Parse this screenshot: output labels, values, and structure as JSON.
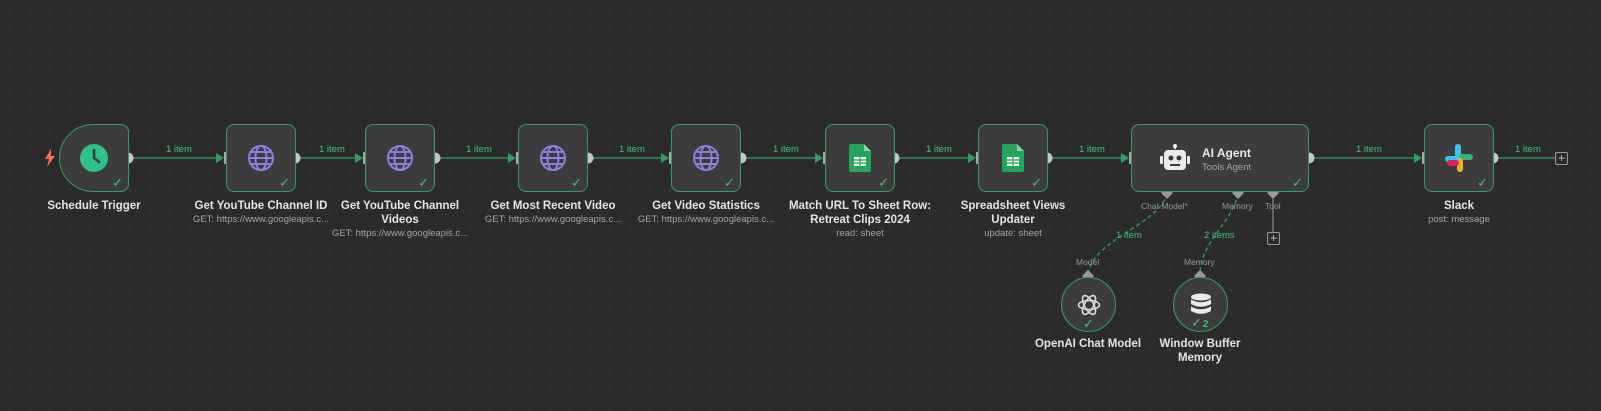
{
  "workflow": {
    "nodes": {
      "schedule": {
        "title": "Schedule Trigger"
      },
      "channel_id": {
        "title": "Get YouTube Channel ID",
        "subtitle": "GET: https://www.googleapis.c..."
      },
      "channel_videos": {
        "title": "Get YouTube Channel\nVideos",
        "subtitle": "GET: https://www.googleapis.c..."
      },
      "recent_video": {
        "title": "Get Most Recent Video",
        "subtitle": "GET: https://www.googleapis.c..."
      },
      "video_stats": {
        "title": "Get Video Statistics",
        "subtitle": "GET: https://www.googleapis.c..."
      },
      "match_url": {
        "title": "Match URL To Sheet Row:\nRetreat Clips 2024",
        "subtitle": "read: sheet"
      },
      "views_updater": {
        "title": "Spreadsheet Views\nUpdater",
        "subtitle": "update: sheet"
      },
      "ai_agent": {
        "title": "AI Agent",
        "subtitle": "Tools Agent",
        "ports": {
          "chat_model": "Chat Model",
          "memory": "Memory",
          "tool": "Tool"
        }
      },
      "slack": {
        "title": "Slack",
        "subtitle": "post: message"
      },
      "openai": {
        "title": "OpenAI Chat Model",
        "port_label": "Model"
      },
      "memory": {
        "title": "Window Buffer\nMemory",
        "port_label": "Memory",
        "run_count": "2"
      }
    },
    "edges": {
      "e1": "1 item",
      "e2": "1 item",
      "e3": "1 item",
      "e4": "1 item",
      "e5": "1 item",
      "e6": "1 item",
      "e7": "1 item",
      "e8": "1 item",
      "e9": "1 item",
      "model_link": "1 item",
      "memory_link": "2 items"
    },
    "required_marker": "*"
  },
  "colors": {
    "success": "#3cc27b",
    "node_border": "#2e9e68",
    "http_icon": "#8d7fe0",
    "sheets": "#23a55a",
    "trigger_bolt": "#ff6d5a",
    "required": "#ff6d5a"
  }
}
